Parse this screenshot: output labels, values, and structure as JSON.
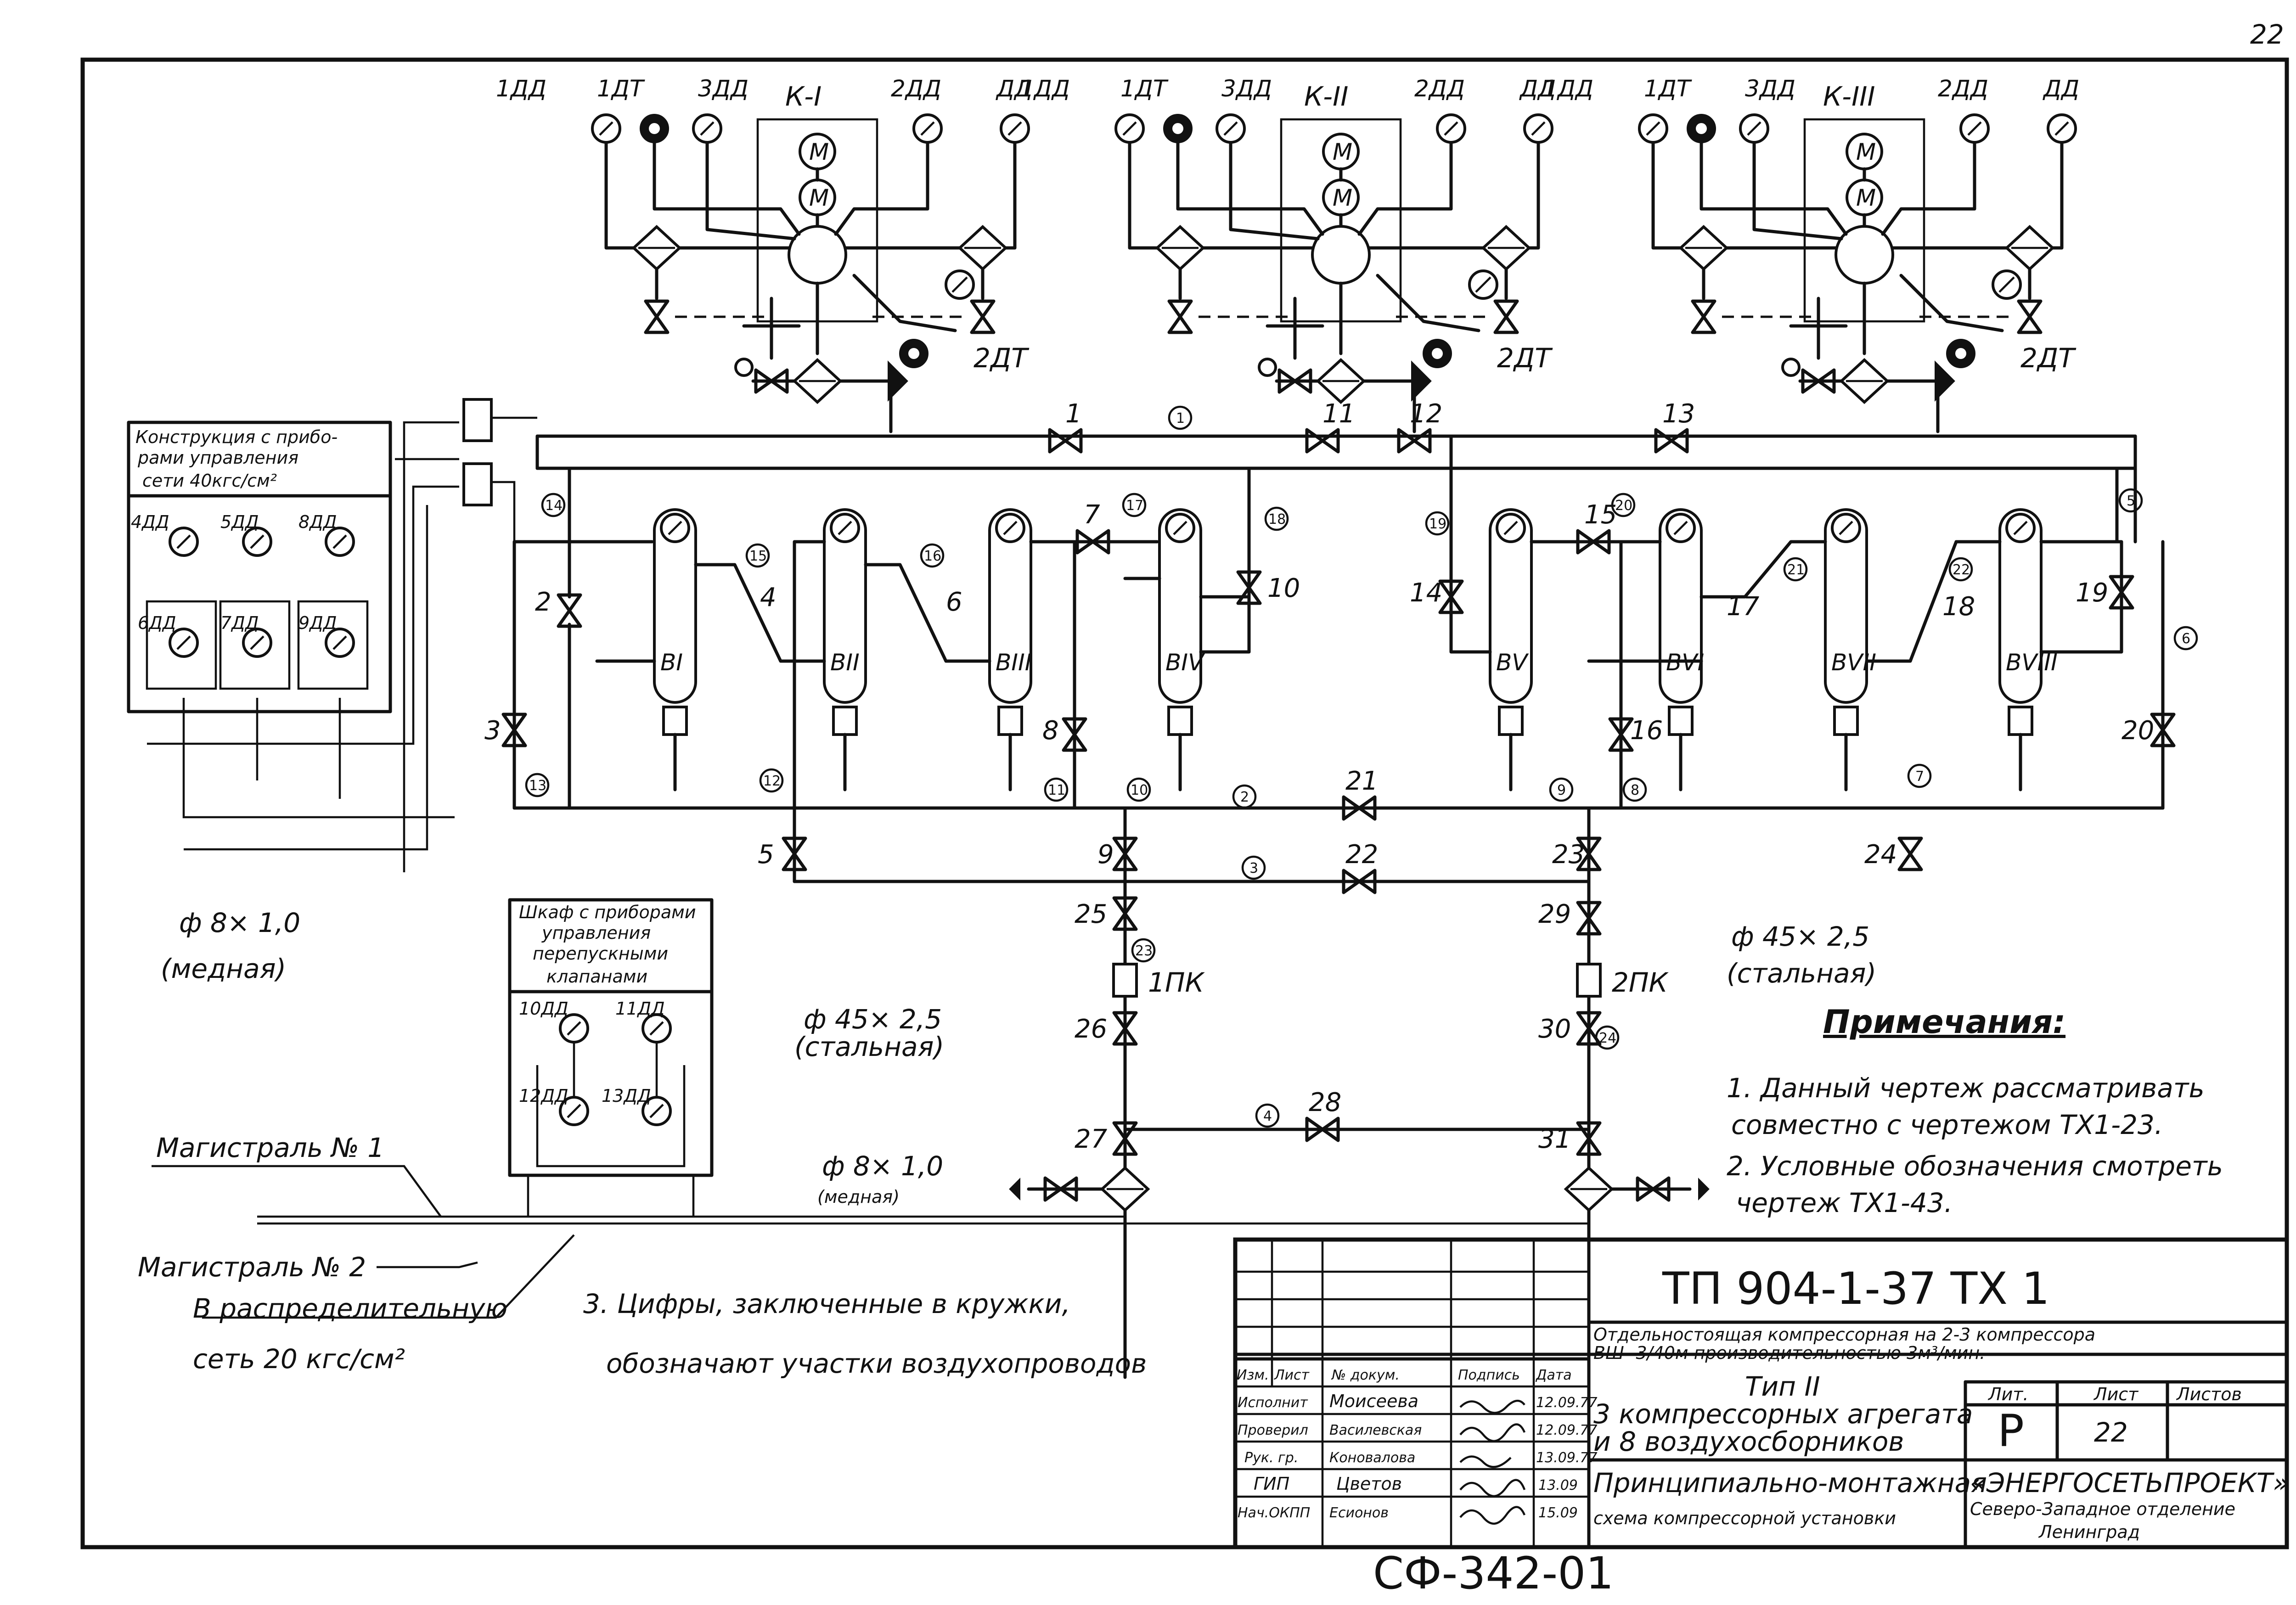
{
  "page_number": "22",
  "compressors": [
    {
      "id": "k1",
      "name": "К-I",
      "g1": "1ДД",
      "g2": "1ДТ",
      "g3": "3ДД",
      "g4": "2ДД",
      "g5": "ДД",
      "g6": "2ДТ"
    },
    {
      "id": "k2",
      "name": "К-II",
      "g1": "1ДД",
      "g2": "1ДТ",
      "g3": "3ДД",
      "g4": "2ДД",
      "g5": "ДД",
      "g6": "2ДТ"
    },
    {
      "id": "k3",
      "name": "К-III",
      "g1": "1ДД",
      "g2": "1ДТ",
      "g3": "3ДД",
      "g4": "2ДД",
      "g5": "ДД",
      "g6": "2ДТ"
    }
  ],
  "motor_symbol": "М",
  "receivers": [
    "ВI",
    "ВII",
    "ВIII",
    "ВIV",
    "ВV",
    "ВVI",
    "ВVII",
    "ВVIII"
  ],
  "valves": [
    "1",
    "2",
    "3",
    "4",
    "5",
    "6",
    "7",
    "8",
    "9",
    "10",
    "11",
    "12",
    "13",
    "14",
    "15",
    "16",
    "17",
    "18",
    "19",
    "20",
    "21",
    "22",
    "23",
    "24",
    "25",
    "26",
    "27",
    "28",
    "29",
    "30",
    "31"
  ],
  "sections": [
    "1",
    "2",
    "3",
    "4",
    "5",
    "6",
    "7",
    "8",
    "9",
    "10",
    "11",
    "12",
    "13",
    "14",
    "15",
    "16",
    "17",
    "18",
    "19",
    "20",
    "21",
    "22",
    "23",
    "24"
  ],
  "relief_valves": [
    "1ПК",
    "2ПК"
  ],
  "panel_left": {
    "title": [
      "Конструкция с прибо-",
      "рами управления",
      "сети 40кгс/см²"
    ],
    "gauges": [
      "4ДД",
      "5ДД",
      "8ДД",
      "6ДД",
      "7ДД",
      "9ДД"
    ]
  },
  "panel_mid": {
    "title": [
      "Шкаф с приборами",
      "управления",
      "перепускными",
      "клапанами"
    ],
    "gauges": [
      "10ДД",
      "11ДД",
      "12ДД",
      "13ДД"
    ]
  },
  "labels": {
    "tube_copper_size": "ф 8× 1,0",
    "tube_copper_mat": "(медная)",
    "tube_steel_size": "ф 45× 2,5",
    "tube_steel_mat": "(стальная)",
    "main1": "Магистраль № 1",
    "main2": "Магистраль № 2",
    "net_line1": "В распределительную",
    "net_line2": "сеть   20 кгс/см²",
    "note3_line1": "3. Цифры, заключенные в кружки,",
    "note3_line2": "обозначают участки воздухопроводов"
  },
  "notes": {
    "heading": "Примечания:",
    "n1a": "1. Данный чертеж рассматривать",
    "n1b": "совместно с чертежом  ТХ1-23.",
    "n2a": "2. Условные обозначения смотреть",
    "n2b": "чертеж  ТХ1-43."
  },
  "title_block": {
    "code": "ТП  904-1-37  ТХ 1",
    "desc1": "Отдельностоящая компрессорная на 2-3 компрессора",
    "desc2": "ВШ- 3/40м производительностью 3м³/мин.",
    "type_line1": "Тип II",
    "type_line2": "3 компрессорных агрегата",
    "type_line3": "и 8 воздухосборников",
    "sheet_title1": "Принципиально-монтажная",
    "sheet_title2": "схема компрессорной установки",
    "head_lit": "Лит.",
    "head_sheet": "Лист",
    "head_sheets": "Листов",
    "lit_value": "Р",
    "sheet_value": "22",
    "org1": "«ЭНЕРГОСЕТЬПРОЕКТ»",
    "org2": "Северо-Западное отделение",
    "org3": "Ленинград",
    "col_headers": [
      "Изм.",
      "Лист",
      "№ докум.",
      "Подпись",
      "Дата"
    ],
    "rows": [
      {
        "role": "Исполнит",
        "name": "Моисеева",
        "date": "12.09.77"
      },
      {
        "role": "Проверил",
        "name": "Василевская",
        "date": "12.09.77"
      },
      {
        "role": "Рук. гр.",
        "name": "Коновалова",
        "date": "13.09.77"
      },
      {
        "role": "ГИП",
        "name": "Цветов",
        "date": "13.09"
      },
      {
        "role": "Нач.ОКПП",
        "name": "Есионов",
        "date": "15.09"
      }
    ]
  },
  "bottom_code": "СФ-342-01"
}
